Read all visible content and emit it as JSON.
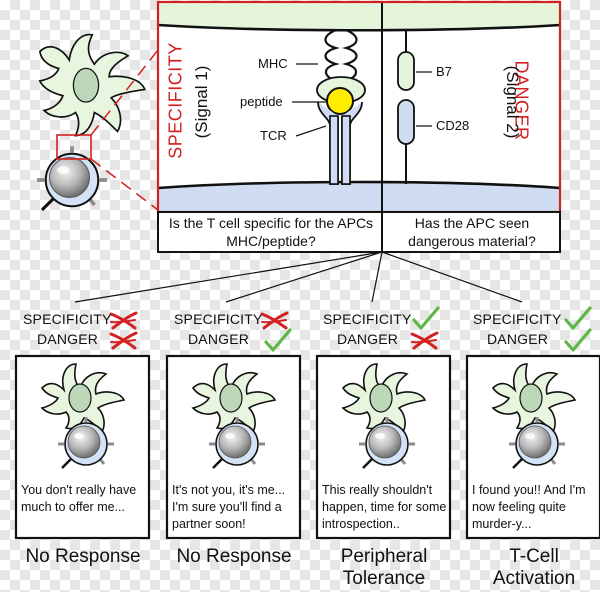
{
  "colors": {
    "cell_green": "#e8f6e0",
    "cell_outline": "#111111",
    "membrane_blue": "#cfdcf2",
    "tcell_gray": "#8c8c8c",
    "peptide_yellow": "#ffec00",
    "accent_red": "#d32020",
    "check_green": "#5db848"
  },
  "panel": {
    "specificity_title": "SPECIFICITY",
    "signal1": "(Signal 1)",
    "danger_title": "DANGER",
    "signal2": "(Signal 2)",
    "labels": {
      "mhc": "MHC",
      "peptide": "peptide",
      "tcr": "TCR",
      "b7": "B7",
      "cd28": "CD28"
    },
    "question_left": "Is the T cell specific for the APCs MHC/peptide?",
    "question_right": "Has the APC seen dangerous material?"
  },
  "scenarios": [
    {
      "specificity_label": "SPECIFICITY",
      "danger_label": "DANGER",
      "specificity": "cross",
      "danger": "cross",
      "speech": "You don't really have much to offer me...",
      "outcome": "No Response"
    },
    {
      "specificity_label": "SPECIFICITY",
      "danger_label": "DANGER",
      "specificity": "cross",
      "danger": "check",
      "speech": "It's not you, it's me... I'm sure you'll find a partner soon!",
      "outcome": "No Response"
    },
    {
      "specificity_label": "SPECIFICITY",
      "danger_label": "DANGER",
      "specificity": "check",
      "danger": "cross",
      "speech": "This really shouldn't happen, time for some introspection..",
      "outcome": "Peripheral Tolerance"
    },
    {
      "specificity_label": "SPECIFICITY",
      "danger_label": "DANGER",
      "specificity": "check",
      "danger": "check",
      "speech": "I found you!! And I'm now feeling quite murder-y...",
      "outcome": "T-Cell Activation"
    }
  ]
}
